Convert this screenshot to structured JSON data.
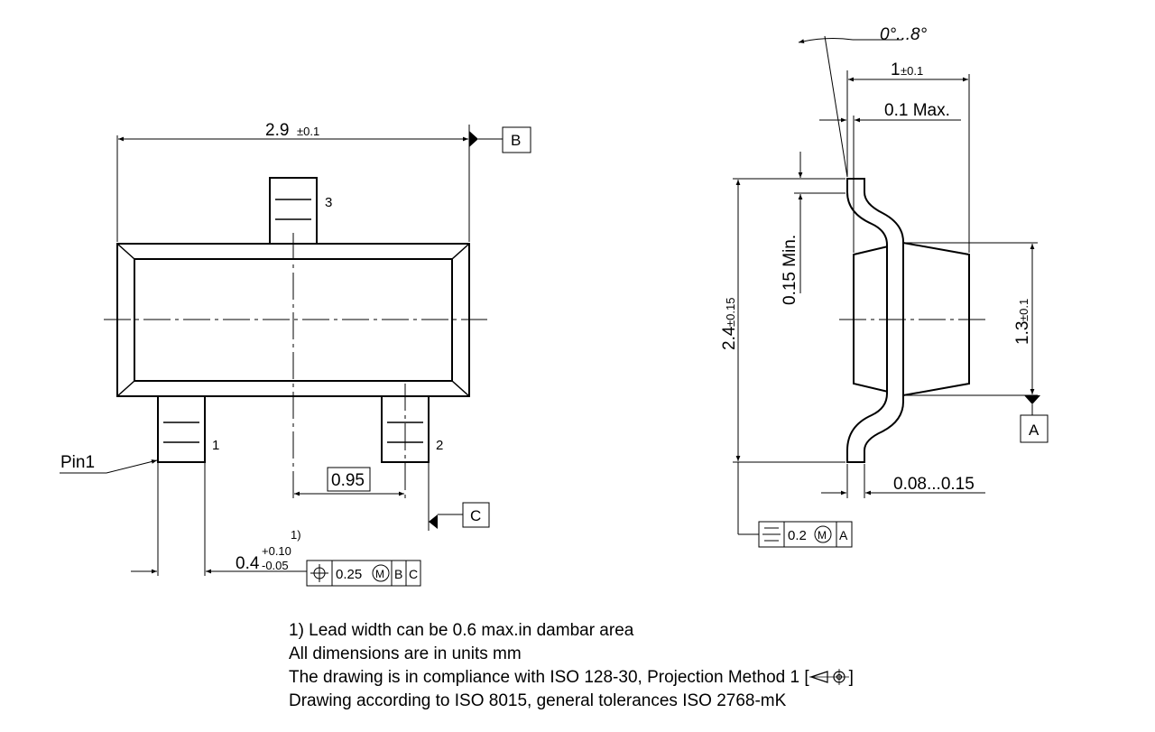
{
  "front": {
    "width_value": "2.9",
    "width_tol": "±0.1",
    "datum_b": "B",
    "datum_c": "C",
    "pin3": "3",
    "pin1": "1",
    "pin2": "2",
    "pin1_callout": "Pin1",
    "pitch": "0.95",
    "lead_note_ref": "1)",
    "lead_width_base": "0.4",
    "lead_width_plus": "+0.10",
    "lead_width_minus": "-0.05",
    "fcf_tol": "0.25",
    "fcf_mod": "M",
    "fcf_datum1": "B",
    "fcf_datum2": "C"
  },
  "side": {
    "angle": "0°...8°",
    "width_value": "1",
    "width_tol": "±0.1",
    "max": "0.1 Max.",
    "min": "0.15 Min.",
    "height_value": "2.4",
    "height_tol": "±0.15",
    "body_value": "1.3",
    "body_tol": "±0.1",
    "datum_a": "A",
    "thickness": "0.08...0.15",
    "fcf_tol": "0.2",
    "fcf_mod": "M",
    "fcf_datum": "A"
  },
  "notes": {
    "line1": "1) Lead width can be 0.6 max.in dambar area",
    "line2": "All dimensions are in units mm",
    "line3_pre": "The drawing is in compliance with ISO 128-30, Projection Method 1 [",
    "line3_post": "]",
    "line4": "Drawing according to ISO 8015, general tolerances ISO 2768-mK"
  }
}
